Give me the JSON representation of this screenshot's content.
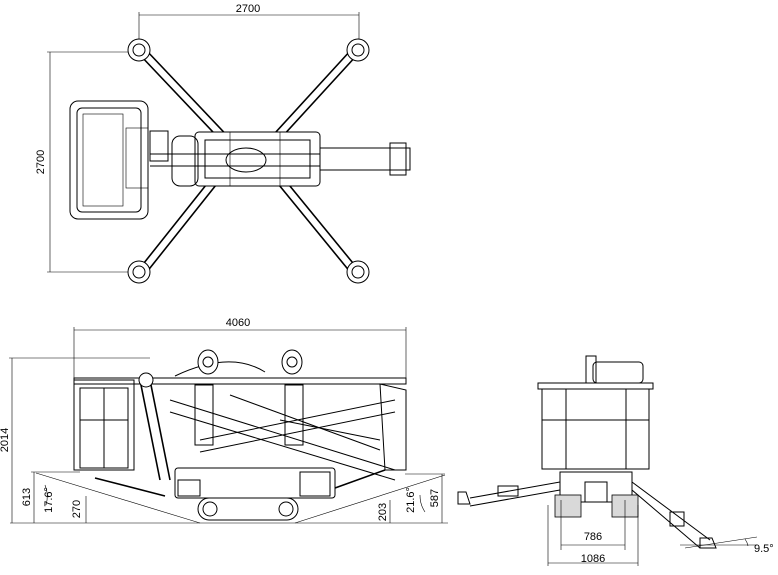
{
  "dimensions": {
    "top_width": "2700",
    "top_height": "2700",
    "side_length": "4060",
    "side_height": "2014",
    "side_ground_height": "613",
    "side_angle_left": "17.6°",
    "side_clearance_left": "270",
    "side_clearance_right": "203",
    "side_angle_right": "21.6°",
    "side_right_height": "587",
    "front_track_inner": "786",
    "front_track_outer": "1086",
    "front_angle": "9.5°"
  }
}
